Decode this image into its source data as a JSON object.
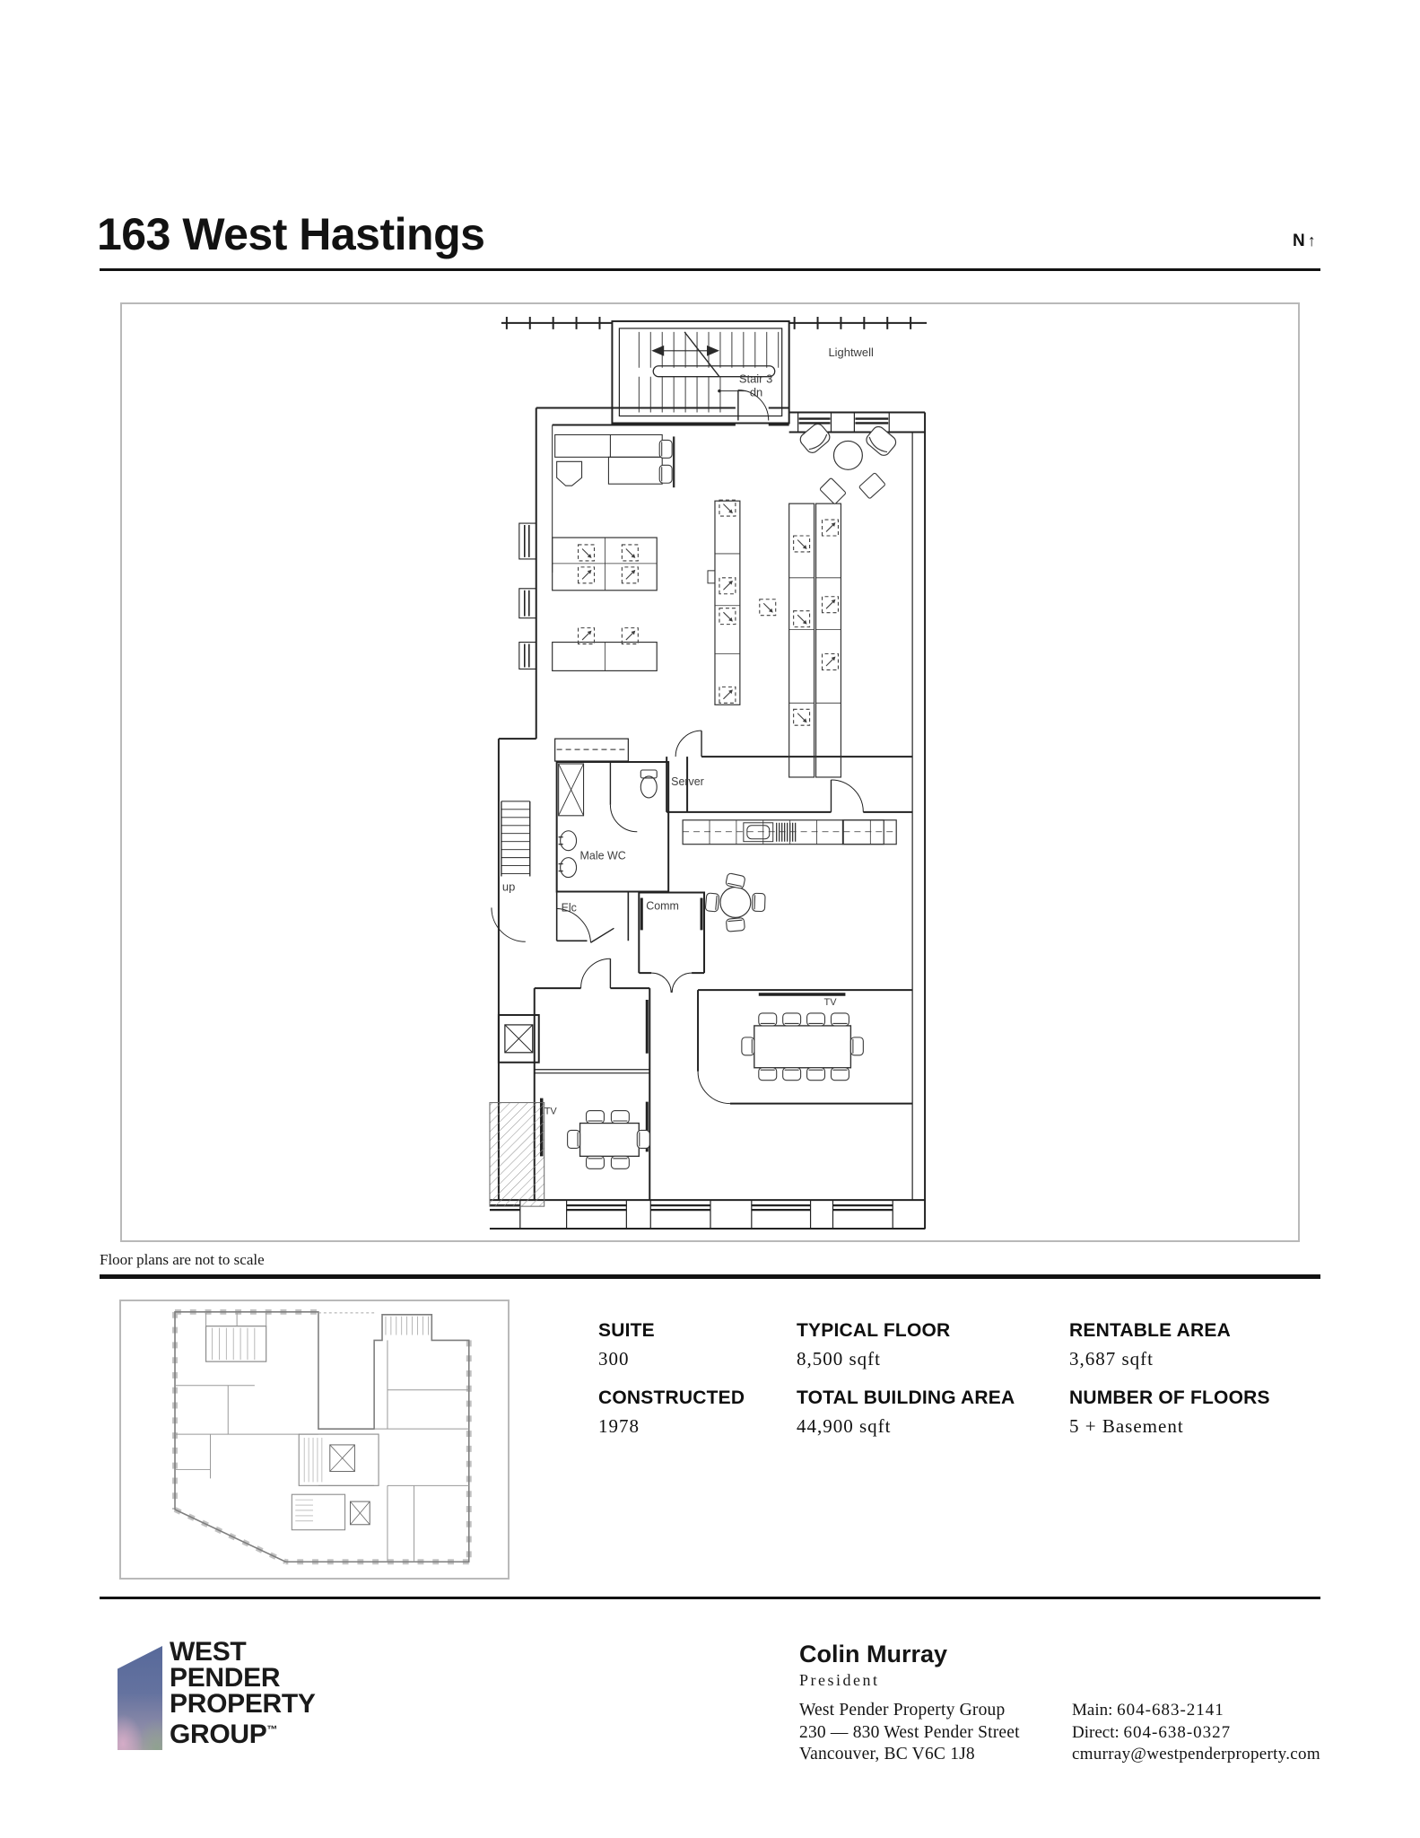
{
  "page": {
    "title": "163 West Hastings",
    "compass_n": "N",
    "compass_arrow": "↑"
  },
  "plan": {
    "caption": "Floor plans are not to scale",
    "labels": {
      "lightwell": "Lightwell",
      "stair3": "Stair 3",
      "dn": "dn",
      "up": "up",
      "server": "Server",
      "male_wc": "Male WC",
      "elc": "Elc",
      "comm": "Comm",
      "tv": "TV"
    }
  },
  "details": {
    "stats": [
      {
        "label": "SUITE",
        "value": "300"
      },
      {
        "label": "TYPICAL FLOOR",
        "value": "8,500 sqft"
      },
      {
        "label": "RENTABLE AREA",
        "value": "3,687 sqft"
      },
      {
        "label": "CONSTRUCTED",
        "value": "1978"
      },
      {
        "label": "TOTAL BUILDING AREA",
        "value": "44,900 sqft"
      },
      {
        "label": "NUMBER OF FLOORS",
        "value": "5 + Basement"
      }
    ]
  },
  "footer": {
    "logo_lines": [
      "WEST",
      "PENDER",
      "PROPERTY",
      "GROUP"
    ],
    "logo_tm": "™",
    "contact_name": "Colin Murray",
    "contact_title": "President",
    "company": [
      "West Pender Property Group",
      "230 — 830 West Pender Street",
      "Vancouver, BC V6C 1J8"
    ],
    "phone_main_label": "Main:",
    "phone_main": "604-683-2141",
    "phone_direct_label": "Direct:",
    "phone_direct": "604-638-0327",
    "email": "cmurray@westpenderproperty.com"
  },
  "colors": {
    "rule": "#121212",
    "box_border": "#b9b9b9",
    "plan_wall": "#222222",
    "logo_top_blue": "#57699a",
    "logo_pink": "#d8adc9",
    "logo_green": "#8ca28c"
  }
}
